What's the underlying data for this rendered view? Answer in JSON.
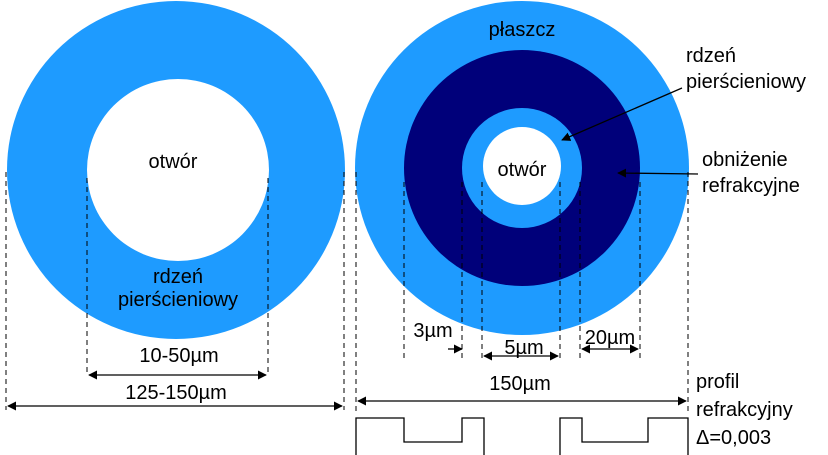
{
  "colors": {
    "cladding": "#1e9bff",
    "depressed": "#00007a",
    "hole": "#ffffff",
    "line": "#000000"
  },
  "left": {
    "hole_label": "otwór",
    "core_label_line1": "rdzeń",
    "core_label_line2": "pierścieniowy",
    "dim_hole": "10-50µm",
    "dim_outer": "125-150µm"
  },
  "right": {
    "cladding_label": "płaszcz",
    "core_label_line1": "rdzeń",
    "core_label_line2": "pierścieniowy",
    "hole_label": "otwór",
    "depressed_line1": "obniżenie",
    "depressed_line2": "refrakcyjne",
    "dim_core": "3µm",
    "dim_hole": "5µm",
    "dim_depressed": "20µm",
    "dim_outer": "150µm",
    "profile_line1": "profil",
    "profile_line2": "refrakcyjny",
    "profile_line3": "Δ=0,003"
  }
}
